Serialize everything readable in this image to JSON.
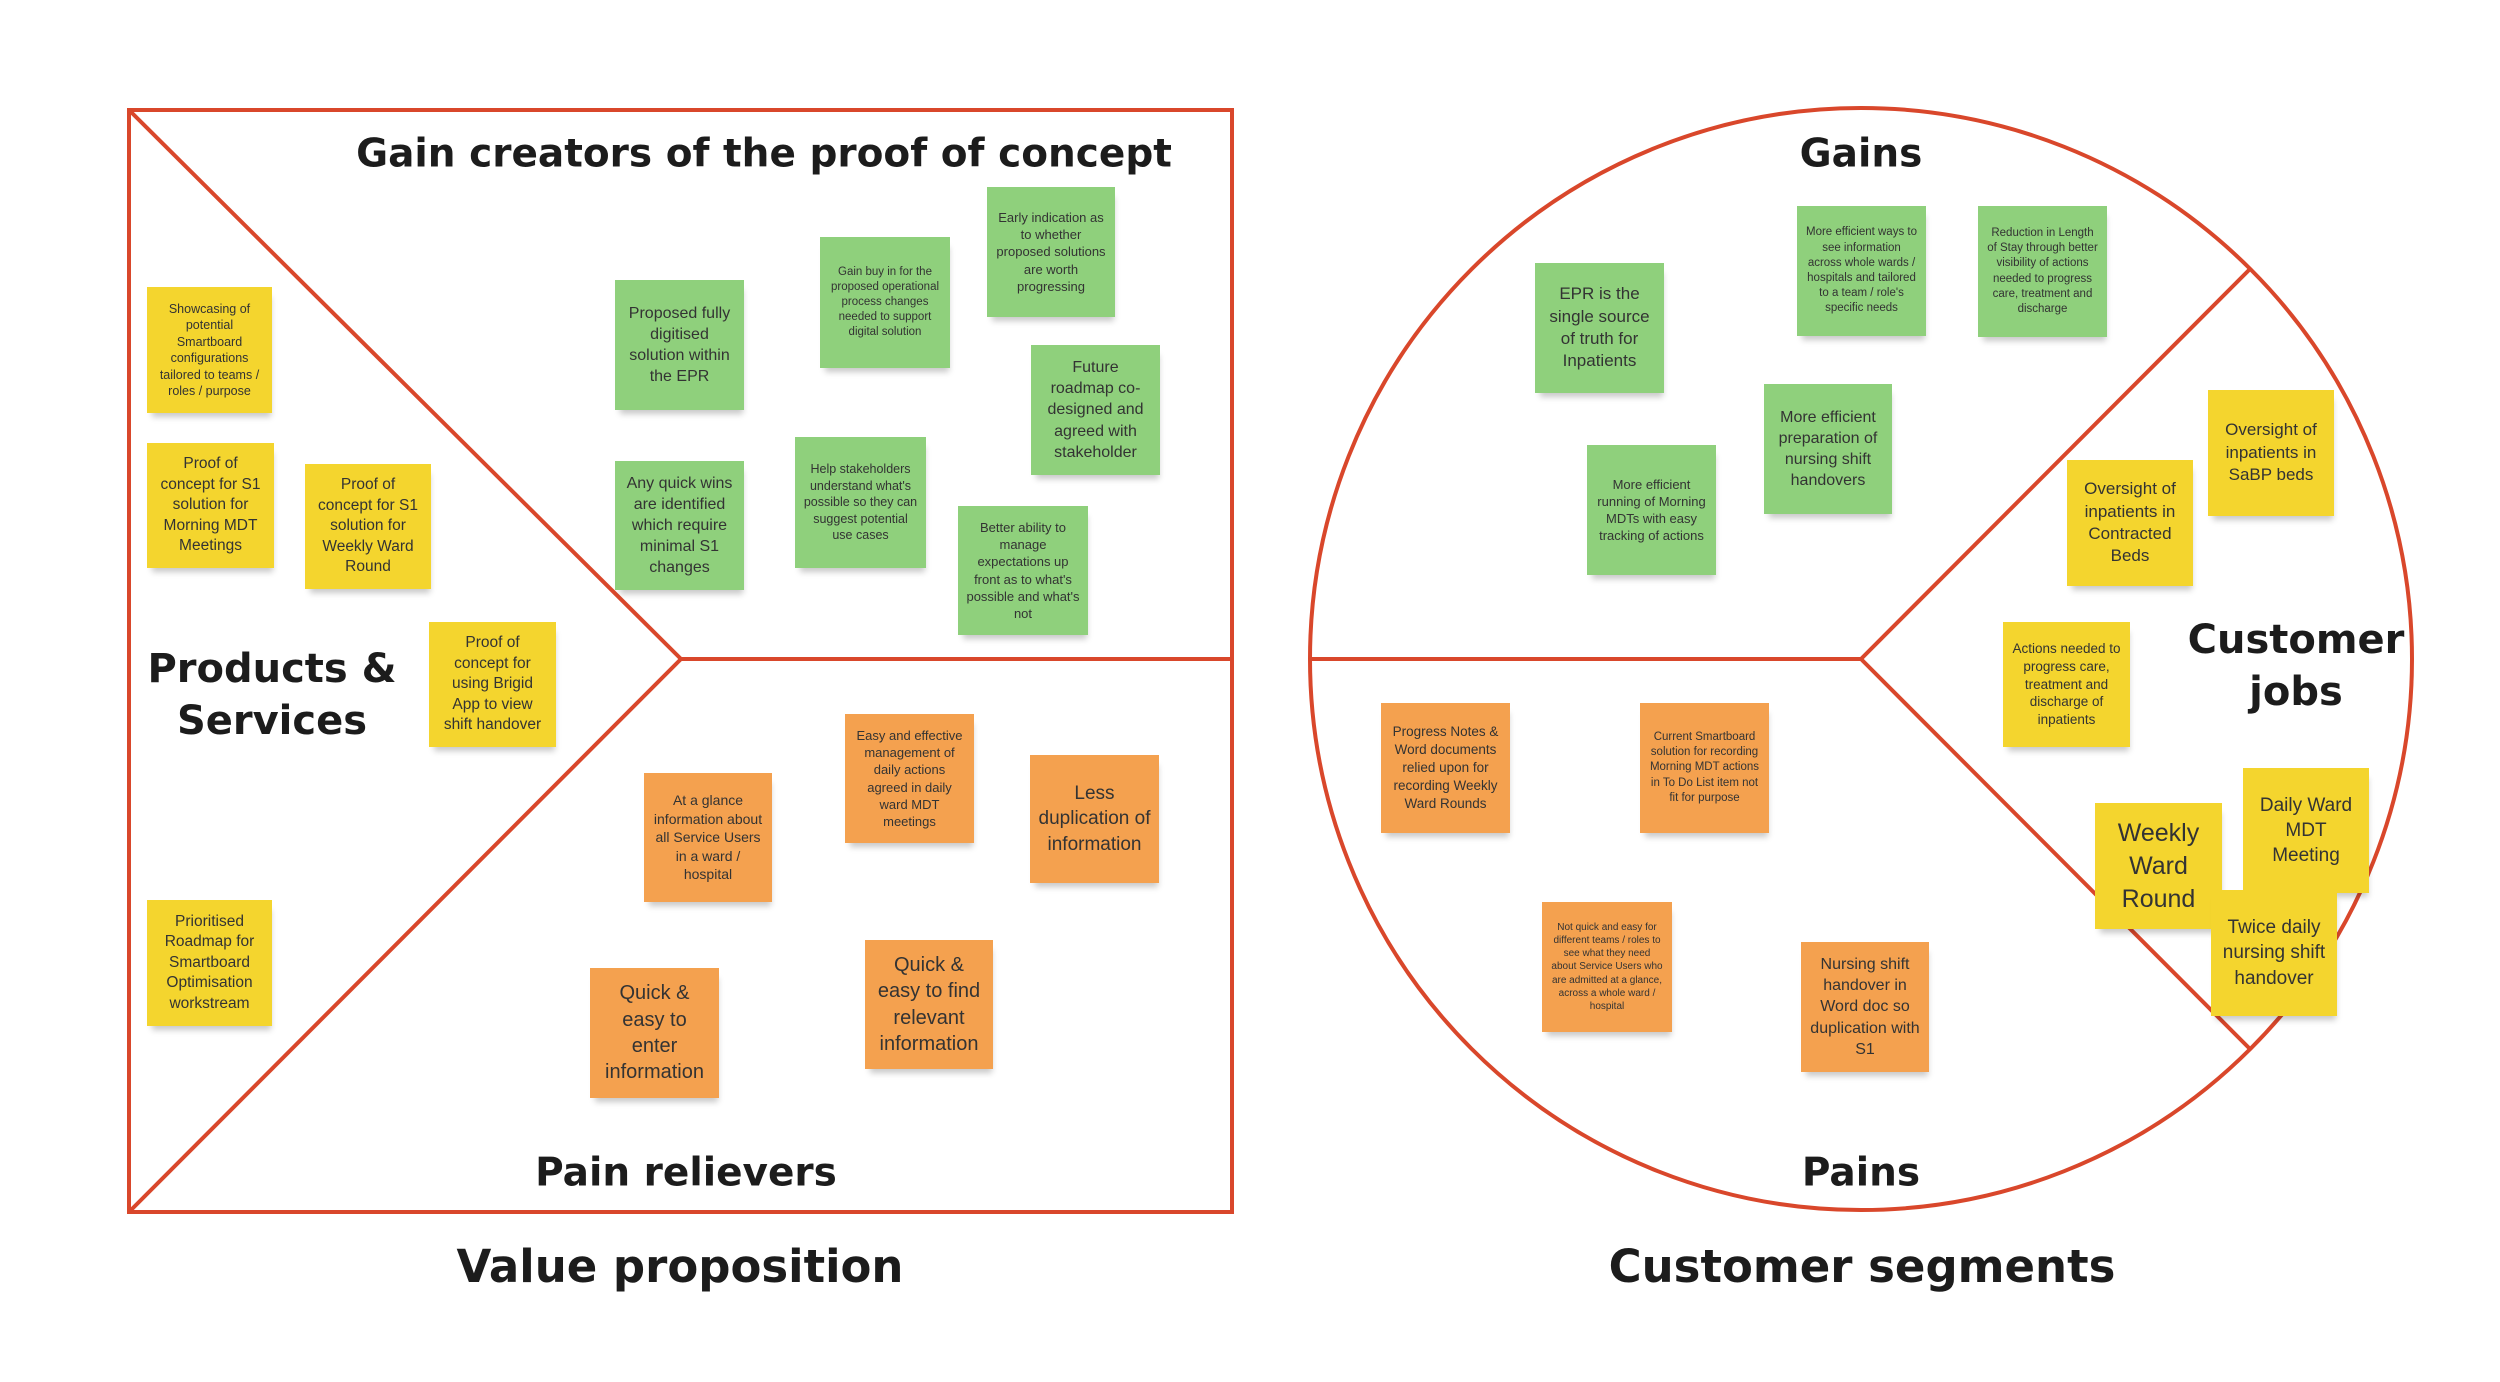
{
  "sections": {
    "gain_creators": "Gain creators of the proof of concept",
    "products_services": "Products & Services",
    "pain_relievers": "Pain relievers",
    "gains": "Gains",
    "customer_jobs": "Customer jobs",
    "pains": "Pains",
    "value_proposition": "Value proposition",
    "customer_segments": "Customer segments"
  },
  "colors": {
    "frame": "#d9472b",
    "yellow": "#f4d52e",
    "green": "#8fd07c",
    "orange": "#f4a14f"
  },
  "notes": {
    "products": [
      "Showcasing of potential Smartboard configurations tailored to teams / roles / purpose",
      "Proof of concept for S1 solution for Morning MDT Meetings",
      "Proof of concept for S1 solution for Weekly Ward Round",
      "Proof of concept for using Brigid App to view shift handover",
      "Prioritised Roadmap for Smartboard Optimisation workstream"
    ],
    "gain_creators": [
      "Proposed fully digitised solution within the EPR",
      "Gain buy in for the proposed operational process changes needed to support digital solution",
      "Early indication as to whether proposed solutions are worth progressing",
      "Future roadmap co-designed and agreed with stakeholder",
      "Any quick wins are identified which require minimal S1 changes",
      "Help stakeholders understand what's possible so they can suggest potential use cases",
      "Better ability to manage expectations up front as to what's possible and what's not"
    ],
    "pain_relievers": [
      "At a glance information about all Service Users in a ward / hospital",
      "Easy and effective management of daily actions agreed in daily ward MDT meetings",
      "Less duplication of information",
      "Quick & easy to enter information",
      "Quick & easy to find relevant information"
    ],
    "gains": [
      "EPR is the single source of truth for Inpatients",
      "More efficient ways to see information across whole wards / hospitals and tailored to a team / role's specific needs",
      "Reduction in Length of Stay through better visibility of actions needed to progress care, treatment and discharge",
      "More efficient preparation of nursing shift handovers",
      "More efficient running of Morning MDTs with easy tracking of actions"
    ],
    "customer_jobs": [
      "Oversight of inpatients in SaBP beds",
      "Oversight of inpatients in Contracted Beds",
      "Actions needed to progress care, treatment and discharge of inpatients",
      "Daily Ward MDT Meeting",
      "Weekly Ward Round",
      "Twice daily nursing shift handover"
    ],
    "pains": [
      "Progress Notes & Word documents relied upon for recording Weekly Ward Rounds",
      "Current Smartboard solution for recording Morning MDT actions in To Do List item not fit for purpose",
      "Not quick and easy for different teams / roles to see what they need about Service Users who are admitted at a glance, across a whole ward / hospital",
      "Nursing shift handover in Word doc so duplication with S1"
    ]
  }
}
